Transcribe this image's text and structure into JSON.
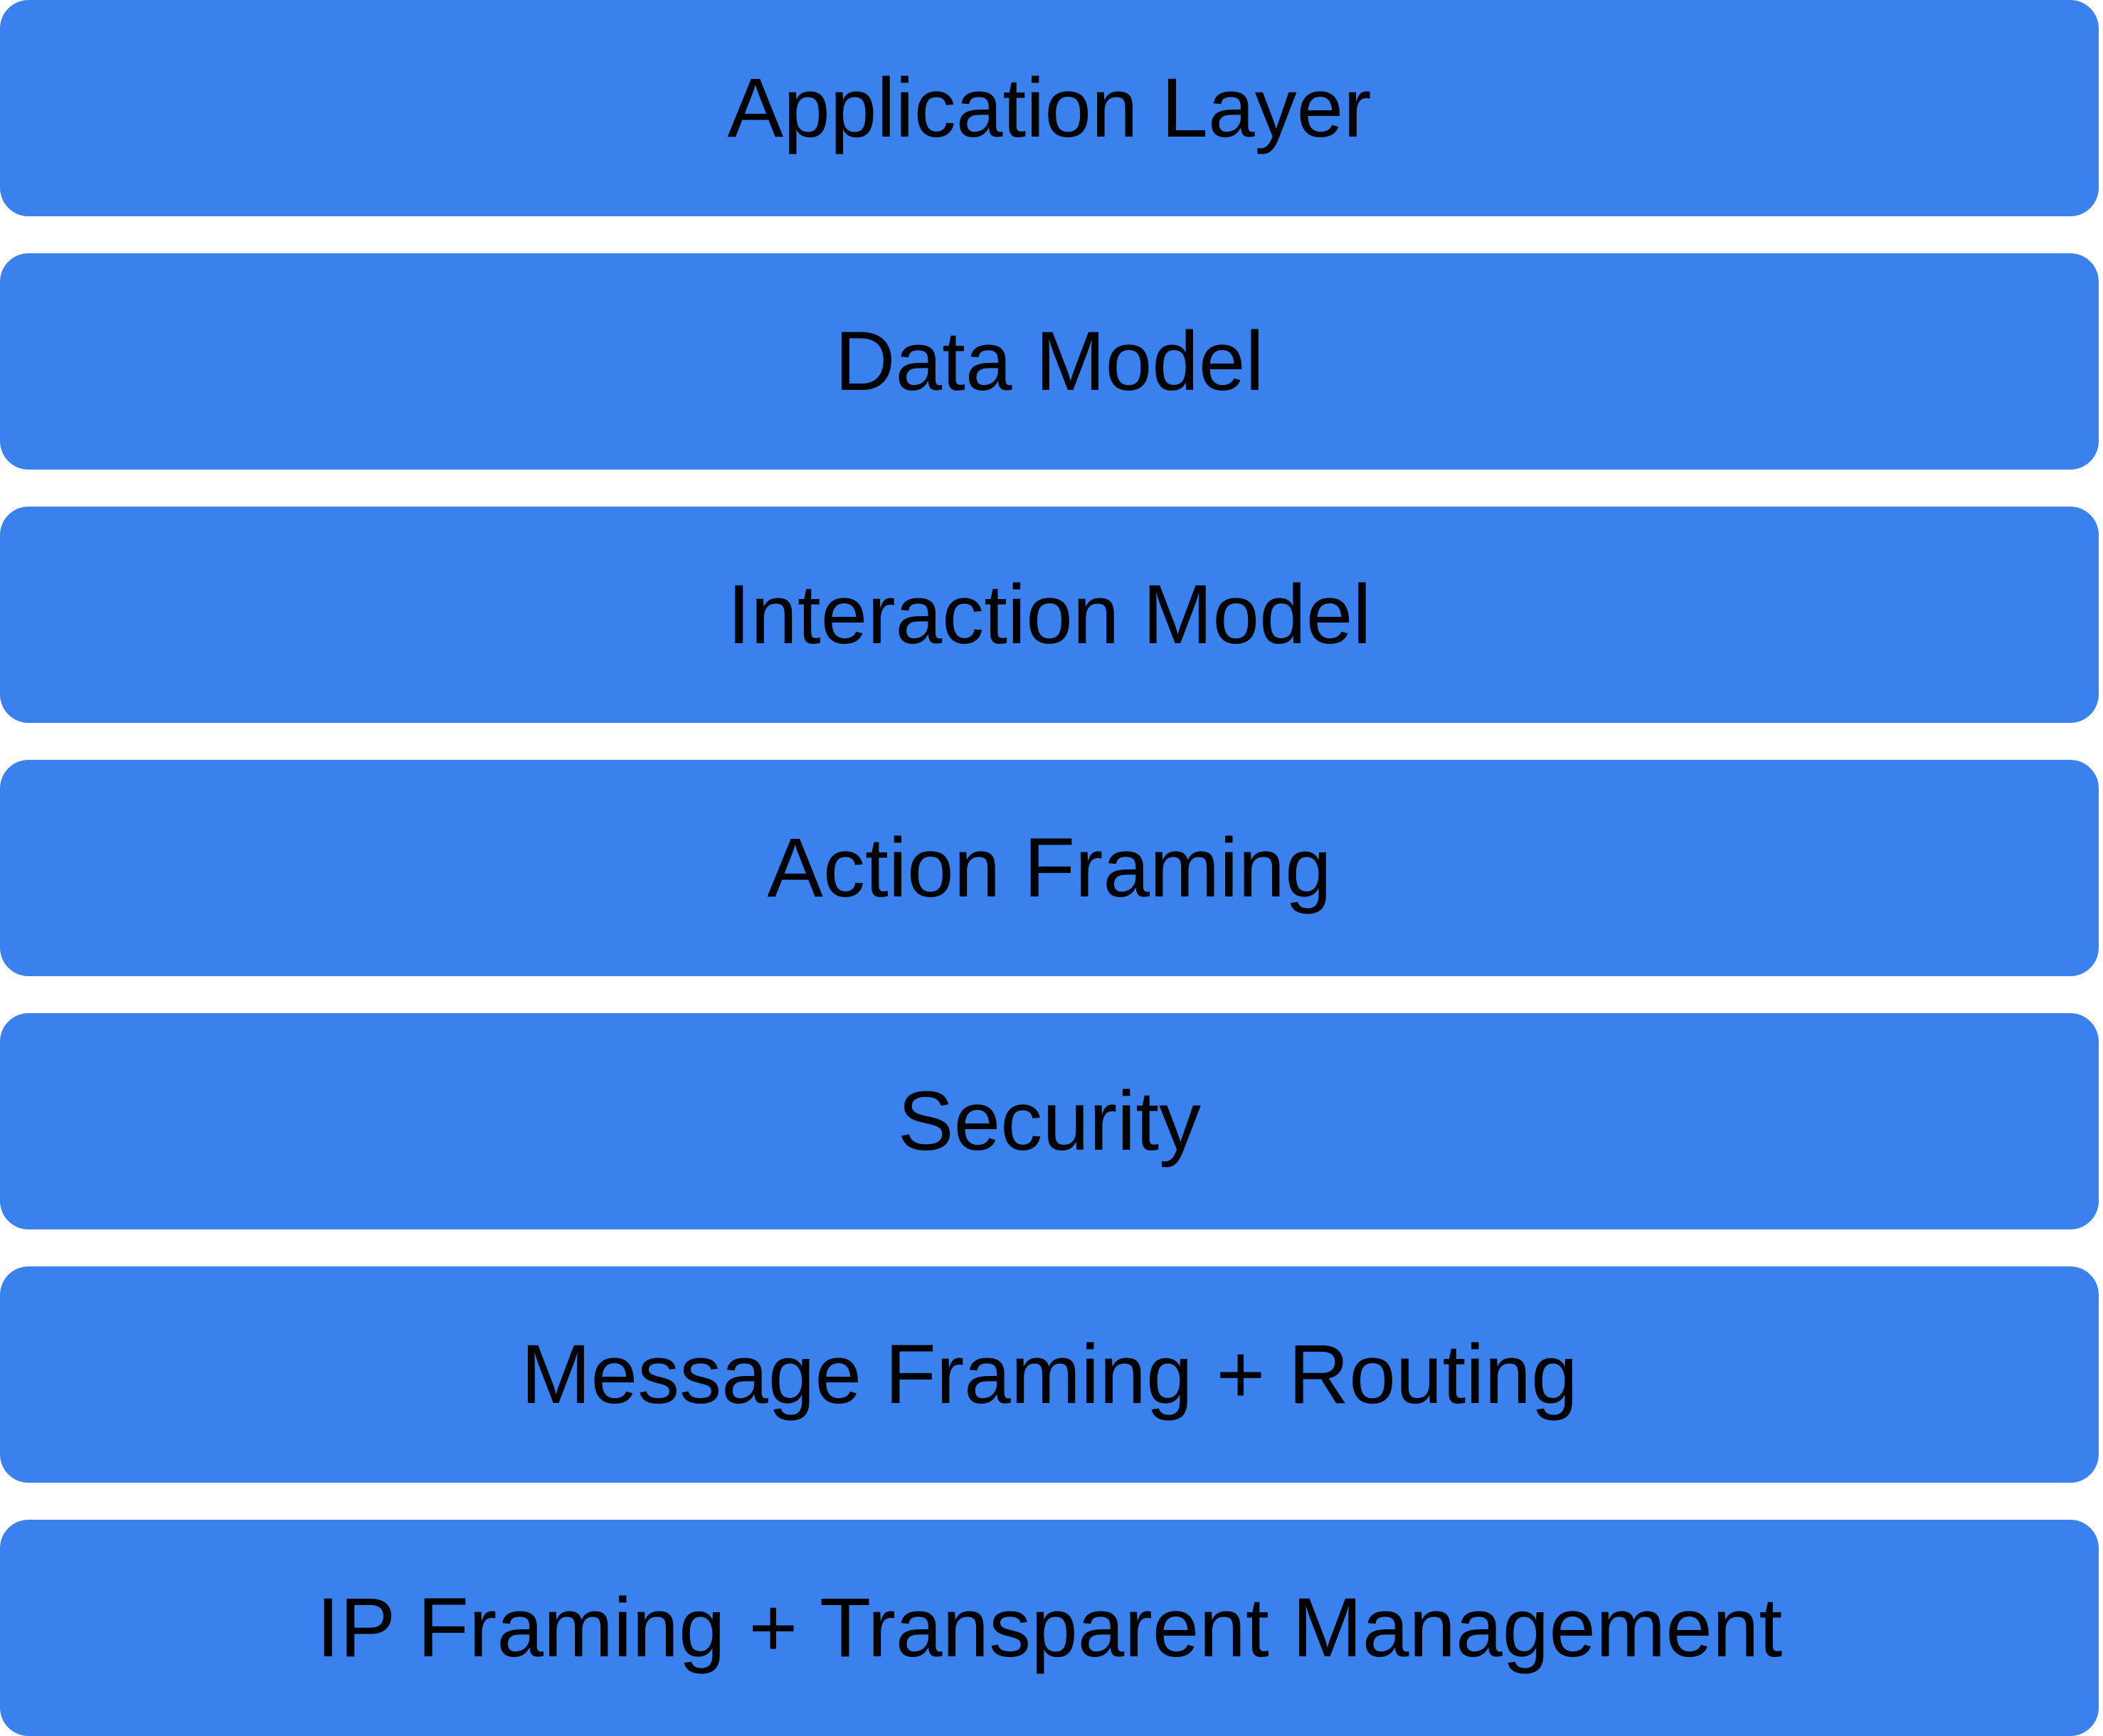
{
  "diagram": {
    "type": "stacked-layer-diagram",
    "layers": [
      {
        "label": "Application Layer"
      },
      {
        "label": "Data Model"
      },
      {
        "label": "Interaction Model"
      },
      {
        "label": "Action Framing"
      },
      {
        "label": "Security"
      },
      {
        "label": "Message Framing + Routing"
      },
      {
        "label": "IP Framing + Transparent Management"
      }
    ]
  },
  "colors": {
    "block_fill": "#3b81ee",
    "label_text": "#000000",
    "background": "#ffffff"
  }
}
